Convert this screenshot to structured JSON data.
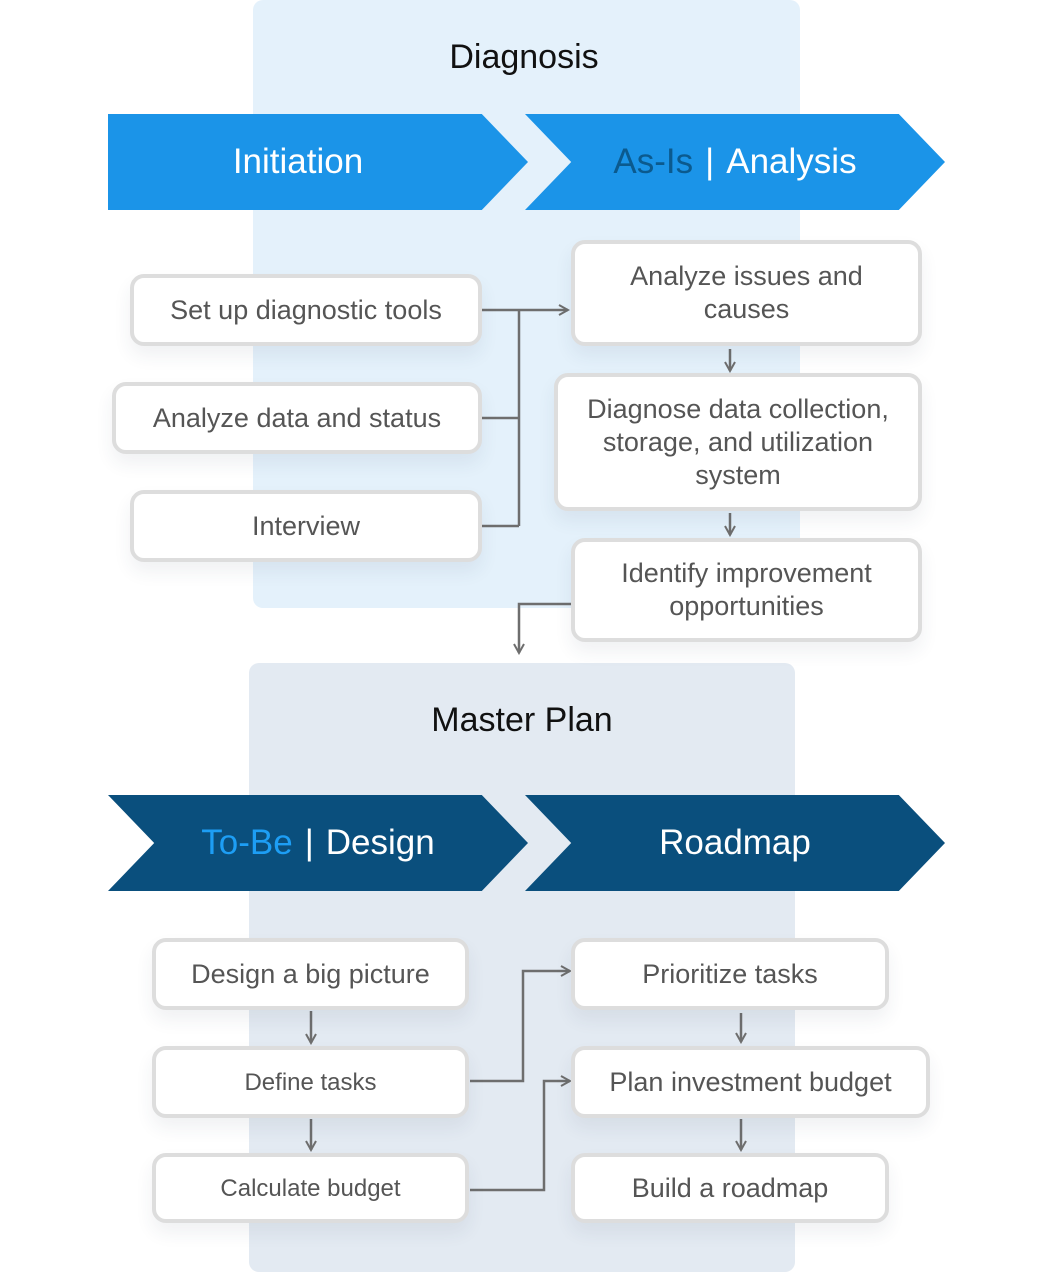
{
  "diagnosis": {
    "title": "Diagnosis",
    "stage_initiation": "Initiation",
    "stage_asis_prefix": "As-Is",
    "stage_asis_separator": "|",
    "stage_asis_suffix": "Analysis",
    "initiation_steps": [
      "Set up diagnostic tools",
      "Analyze data and status",
      "Interview"
    ],
    "analysis_steps": [
      "Analyze issues and causes",
      "Diagnose data collection, storage, and utilization system",
      "Identify improvement opportunities"
    ]
  },
  "master_plan": {
    "title": "Master Plan",
    "stage_tobe_prefix": "To-Be",
    "stage_tobe_separator": "|",
    "stage_tobe_suffix": "Design",
    "stage_roadmap": "Roadmap",
    "design_steps": [
      "Design a big picture",
      "Define tasks",
      "Calculate budget"
    ],
    "roadmap_steps": [
      "Prioritize tasks",
      "Plan investment budget",
      "Build a roadmap"
    ]
  },
  "colors": {
    "diagnosis_chevron": "#1b94e8",
    "master_chevron": "#0a4f7d",
    "diagnosis_panel": "#e4f1fb",
    "master_panel": "#e3eaf2",
    "connector": "#6e6e6e"
  }
}
